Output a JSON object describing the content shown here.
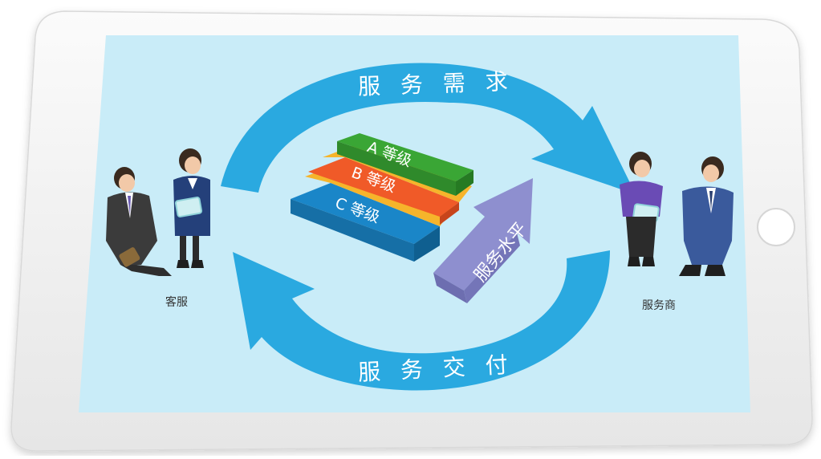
{
  "cycle": {
    "top_label": "服 务 需 求",
    "bottom_label": "服 务 交 付"
  },
  "tiers": [
    {
      "label": "A 等级",
      "color": "#3aa635"
    },
    {
      "label": "B 等级",
      "color": "#f05a28"
    },
    {
      "label": "C 等级",
      "color": "#1a86c8"
    }
  ],
  "service_arrow": {
    "label": "服务水平",
    "color": "#8e8fcf"
  },
  "actors": {
    "left_caption": "客服",
    "right_caption": "服务商"
  },
  "colors": {
    "screen": "#c9ecf8",
    "cycle_arrow": "#2aa9e0",
    "frame": "#f2f2f2"
  }
}
